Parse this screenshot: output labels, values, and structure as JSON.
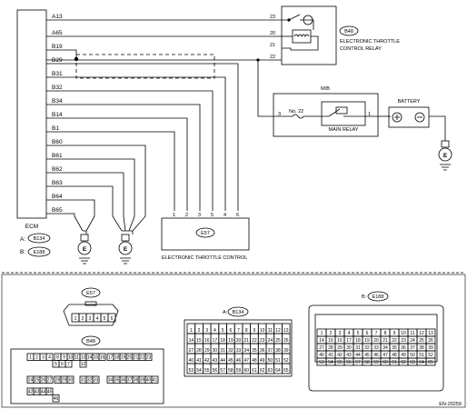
{
  "ecm": {
    "title": "ECM",
    "connector_a": {
      "prefix": "A:",
      "code": "B134"
    },
    "connector_b": {
      "prefix": "B:",
      "code": "E188"
    },
    "pins": [
      "A13",
      "A65",
      "B19",
      "B29",
      "B31",
      "B32",
      "B34",
      "B14",
      "B1",
      "B60",
      "B61",
      "B62",
      "B63",
      "B64",
      "B65"
    ]
  },
  "relay": {
    "code": "B48",
    "name_line1": "ELECTRONIC THROTTLE",
    "name_line2": "CONTROL RELAY",
    "pins": [
      "23",
      "20",
      "21",
      "22"
    ]
  },
  "mb": {
    "title": "M/B",
    "fuse": "No. 22",
    "fuse_pin_left": "3",
    "fuse_pin_right": "1",
    "relay_label": "MAIN RELAY"
  },
  "battery": {
    "label": "BATTERY"
  },
  "throttle": {
    "code": "E57",
    "name": "ELECTRONIC THROTTLE CONTROL",
    "pins": [
      "1",
      "2",
      "3",
      "5",
      "4",
      "6"
    ]
  },
  "ground_symbol": "E",
  "connectors": {
    "e57": {
      "code": "E57",
      "pins": [
        "1",
        "2",
        "3",
        "4",
        "5",
        "6"
      ]
    },
    "b48": {
      "code": "B48",
      "pins": [
        "1",
        "2",
        "3",
        "4",
        "5",
        "6",
        "7",
        "8",
        "9",
        "10",
        "11",
        "12",
        "13",
        "14",
        "15",
        "16",
        "17",
        "18",
        "19",
        "20",
        "21",
        "22",
        "23",
        "24",
        "25",
        "26",
        "27",
        "28",
        "29",
        "30",
        "31",
        "32",
        "33",
        "34",
        "35",
        "36",
        "37",
        "38",
        "39",
        "40",
        "41",
        "42",
        "43",
        "44",
        "45",
        "46"
      ]
    },
    "b134": {
      "prefix": "A:",
      "code": "B134",
      "rows": [
        [
          "1",
          "2",
          "3",
          "4",
          "5",
          "6",
          "7",
          "8",
          "9",
          "10",
          "11",
          "12",
          "13"
        ],
        [
          "14",
          "15",
          "16",
          "17",
          "18",
          "19",
          "20",
          "21",
          "22",
          "23",
          "24",
          "25",
          "26"
        ],
        [
          "27",
          "28",
          "29",
          "30",
          "31",
          "32",
          "33",
          "34",
          "35",
          "36",
          "37",
          "38",
          "39"
        ],
        [
          "40",
          "41",
          "42",
          "43",
          "44",
          "45",
          "46",
          "47",
          "48",
          "49",
          "50",
          "51",
          "52"
        ],
        [
          "53",
          "54",
          "55",
          "56",
          "57",
          "58",
          "59",
          "60",
          "61",
          "62",
          "63",
          "64",
          "65"
        ]
      ]
    },
    "e188": {
      "prefix": "B:",
      "code": "E188",
      "rows": [
        [
          "1",
          "2",
          "3",
          "4",
          "5",
          "6",
          "7",
          "8",
          "9",
          "10",
          "11",
          "12",
          "13"
        ],
        [
          "14",
          "15",
          "16",
          "17",
          "18",
          "19",
          "20",
          "21",
          "22",
          "23",
          "24",
          "25",
          "26"
        ],
        [
          "27",
          "28",
          "29",
          "30",
          "31",
          "32",
          "33",
          "34",
          "35",
          "36",
          "37",
          "38",
          "39"
        ],
        [
          "40",
          "41",
          "42",
          "43",
          "44",
          "45",
          "46",
          "47",
          "48",
          "49",
          "50",
          "51",
          "52"
        ],
        [
          "53",
          "54",
          "55",
          "56",
          "57",
          "58",
          "59",
          "60",
          "61",
          "62",
          "63",
          "64",
          "65"
        ]
      ]
    }
  },
  "figure_code": "EN-20259"
}
